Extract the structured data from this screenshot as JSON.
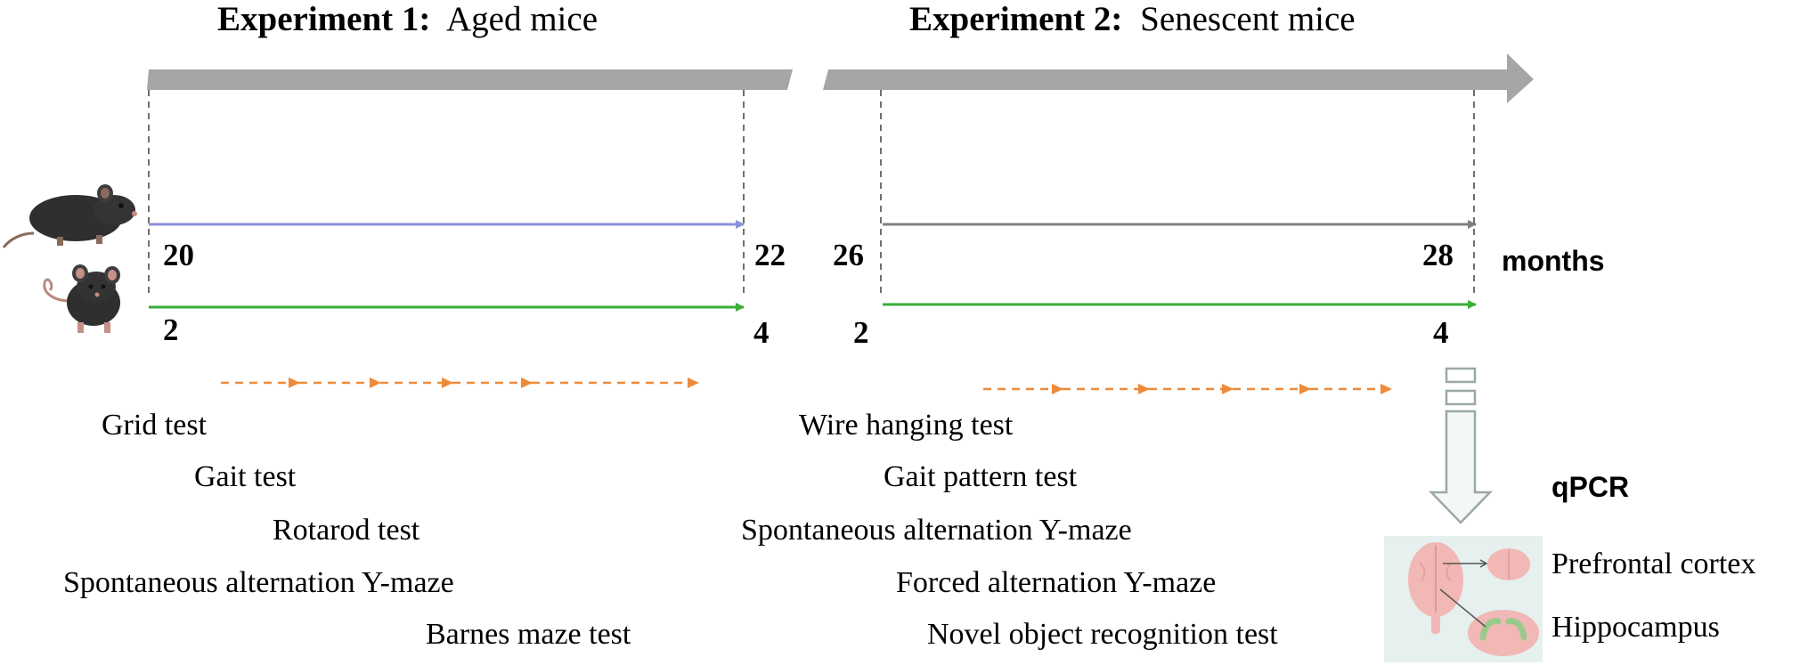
{
  "experiment1": {
    "bold_label": "Experiment 1:",
    "subtitle": "Aged mice"
  },
  "experiment2": {
    "bold_label": "Experiment 2:",
    "subtitle": "Senescent mice"
  },
  "ages": {
    "exp1_aged_start": "20",
    "exp1_aged_end": "22",
    "exp1_young_start": "2",
    "exp1_young_end": "4",
    "exp2_senescent_start": "26",
    "exp2_senescent_end": "28",
    "exp2_young_start": "2",
    "exp2_young_end": "4",
    "unit": "months"
  },
  "tests_exp1": [
    "Grid test",
    "Gait test",
    "Rotarod test",
    "Spontaneous alternation Y-maze",
    "Barnes maze test"
  ],
  "tests_exp2": [
    "Wire hanging test",
    "Gait pattern test",
    "Spontaneous alternation Y-maze",
    "Forced alternation Y-maze",
    "Novel object recognition test"
  ],
  "analysis": {
    "method": "qPCR",
    "regions": [
      "Prefrontal cortex",
      "Hippocampus"
    ]
  },
  "colors": {
    "timeline_bar": "#a6a6a6",
    "aged_line": "#8c8fd6",
    "senescent_line": "#7f7f7f",
    "young_line": "#3aae3a",
    "test_arrows": "#ed8b3a",
    "brain_panel": "#e6f0ee",
    "brain": "#f2b8b5"
  },
  "icons": [
    "mouse-icon",
    "mouse-icon",
    "down-arrow-icon",
    "brain-icon",
    "brain-section-icon"
  ]
}
